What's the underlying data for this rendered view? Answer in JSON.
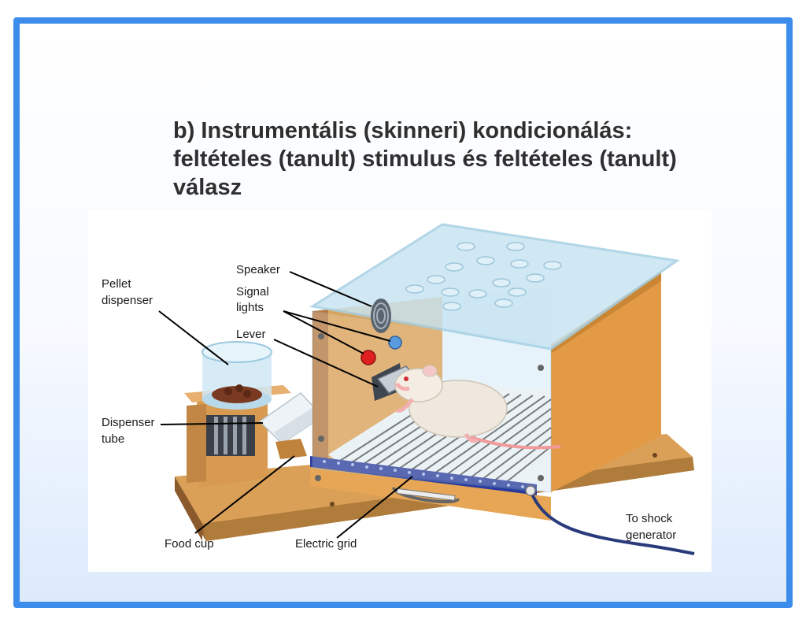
{
  "title": {
    "line1": "b) Instrumentális (skinneri) kondicionálás:",
    "line2": "feltételes (tanult) stimulus és feltételes (tanult)",
    "line3": "válasz"
  },
  "labels": {
    "speaker": "Speaker",
    "signal_lights_1": "Signal",
    "signal_lights_2": "lights",
    "lever": "Lever",
    "pellet_dispenser_1": "Pellet",
    "pellet_dispenser_2": "dispenser",
    "dispenser_tube_1": "Dispenser",
    "dispenser_tube_2": "tube",
    "food_cup": "Food cup",
    "electric_grid": "Electric grid",
    "shock_generator_1": "To shock",
    "shock_generator_2": "generator"
  },
  "colors": {
    "frame_border": "#3c8ceb",
    "wood": "#e0a050",
    "wood_dark": "#b87a30",
    "glass": "#c8e4f2",
    "grid_bar": "#2a3a9a",
    "light_red": "#e02020",
    "light_blue": "#5a9be0"
  }
}
